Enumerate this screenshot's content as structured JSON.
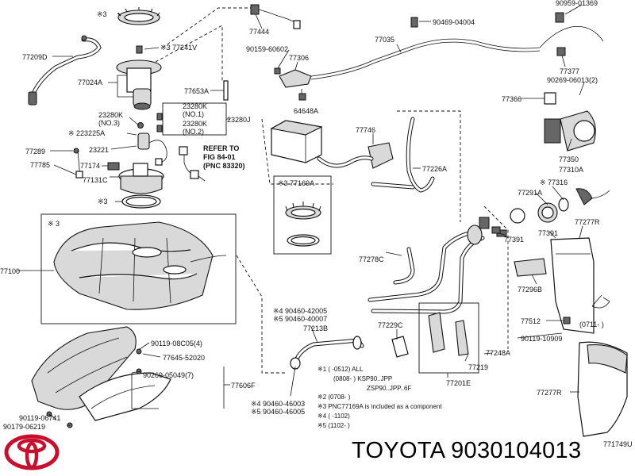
{
  "brand": {
    "name": "TOYOTA",
    "part_number": "9030104013",
    "logo_color": "#c8102e"
  },
  "catalog_ref": "771749U",
  "labels": {
    "p77209D": "77209D",
    "p77241V": "※3 77241V",
    "p77024A": "77024A",
    "p23280K_no3": "23280K",
    "no3": "(NO.3)",
    "p223225A": "※ 223225A",
    "p23280K_no1": "23280K",
    "no1": "(NO.1)",
    "p23280K_no2": "23280K",
    "no2": "(NO.2)",
    "p23280J": "23280J",
    "p77653A": "77653A",
    "p77444": "77444",
    "p77289": "77289",
    "p77785": "77785",
    "p23221": "23221",
    "p77174": "77174",
    "p77131C": "77131C",
    "refer1": "REFER TO",
    "refer2": "FIG 84-01",
    "refer3": "(PNC 83320)",
    "s3_top": "※3",
    "s3_gasket": "※3",
    "p90159_60602": "90159-60602",
    "p77306": "77306",
    "p64648A": "64648A",
    "p77035": "77035",
    "p90469_04004": "90469-04004",
    "p90959_01369": "90959-01369",
    "p77377": "77377",
    "p90269_06013": "90269-06013(2)",
    "p77366": "77366",
    "p77746": "77746",
    "p77226A": "77226A",
    "p77169A": "※3 77169A",
    "p77350": "77350",
    "p77310A": "77310A",
    "p77316": "※ 77316",
    "p77291A": "77291A",
    "p77391a": "77391",
    "p77391b": "77391",
    "p77277R_top": "77277R",
    "p77100": "77100",
    "s3_tank": "※ 3",
    "p77278C": "77278C",
    "p77296B": "77296B",
    "p77512": "77512",
    "s4_90460_42005": "※4 90460-42005",
    "s5_90460_40007": "※5 90460-40007",
    "p77213B": "77213B",
    "p77229C": "77229C",
    "p77219": "77219",
    "p77248A": "77248A",
    "p90119_10909": "90119-10909",
    "p0711": "(0711-   )",
    "p90119_08C05": "90119-08C05(4)",
    "p77645_52020": "77645-52020",
    "p90269_05049": "90269-05049(7)",
    "p77606F": "77606F",
    "p77201E": "77201E",
    "p90119_06741": "90119-06741",
    "p90179_06219": "90179-06219",
    "s4_90460_46003": "※4 90460-46003",
    "s5_90460_46005": "※5 90460-46005",
    "p77277R_bottom": "77277R"
  },
  "notes": [
    "※1 (    -0512) ALL",
    "(0808-    ) KSP90..JPP",
    "ZSP90..JPP..6F",
    "※2 (0708-    )",
    "※3 PNC77169A is included as a component",
    "※4 (     -1102)",
    "※5 (1102-    )"
  ]
}
